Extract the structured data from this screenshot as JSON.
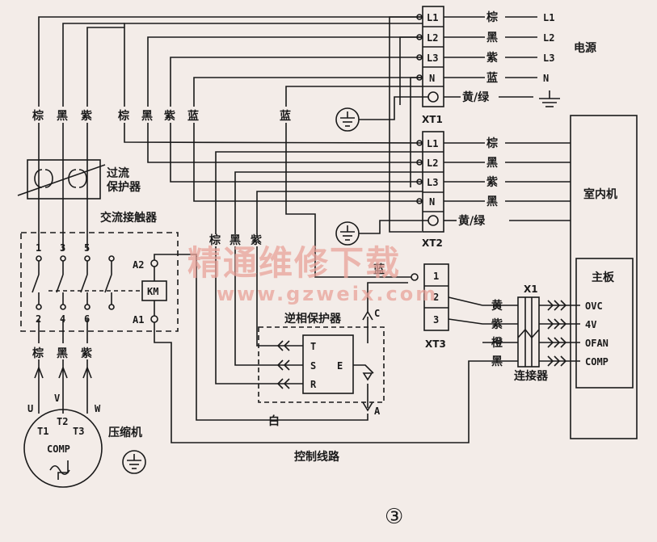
{
  "labels": {
    "power": "电源",
    "indoor_unit": "室内机",
    "mainboard": "主板",
    "overcurrent_line1": "过流",
    "overcurrent_line2": "保护器",
    "contactor": "交流接触器",
    "km": "KM",
    "a1": "A1",
    "a2": "A2",
    "phase_protector": "逆相保护器",
    "compressor": "压缩机",
    "comp": "COMP",
    "connector": "连接器",
    "control_line": "控制线路",
    "white": "白",
    "figure_number": "③"
  },
  "xt1": {
    "name": "XT1",
    "terminals": [
      "L1",
      "L2",
      "L3",
      "N"
    ],
    "wire_colors": [
      "棕",
      "黑",
      "紫",
      "蓝",
      "黄/绿"
    ],
    "supply": [
      "L1",
      "L2",
      "L3",
      "N"
    ]
  },
  "xt2": {
    "name": "XT2",
    "terminals": [
      "L1",
      "L2",
      "L3",
      "N"
    ],
    "wire_colors": [
      "棕",
      "黑",
      "紫",
      "黑",
      "黄/绿"
    ]
  },
  "xt3": {
    "name": "XT3",
    "terminals": [
      "1",
      "2",
      "3"
    ],
    "blue": "蓝"
  },
  "left_colors": [
    "棕",
    "黑",
    "紫"
  ],
  "mid_colors": [
    "棕",
    "黑",
    "紫",
    "蓝"
  ],
  "mid_blue": "蓝",
  "contact_top": [
    "1",
    "3",
    "5"
  ],
  "contact_bottom": [
    "2",
    "4",
    "6"
  ],
  "motor_phases": [
    "U",
    "V",
    "W"
  ],
  "motor_terminals": [
    "T1",
    "T2",
    "T3"
  ],
  "protector": {
    "t": "T",
    "s": "S",
    "r": "R",
    "e": "E",
    "c": "C",
    "a": "A",
    "wires": [
      "棕",
      "黑",
      "紫"
    ]
  },
  "x1": {
    "name": "X1",
    "wire_colors": [
      "黄",
      "紫",
      "橙",
      "黑"
    ],
    "board_pins": [
      "OVC",
      "4V",
      "OFAN",
      "COMP"
    ]
  },
  "watermark": {
    "cn": "精通维修下载",
    "url": "www.gzweix.com"
  },
  "colors": {
    "background": "#f3ece8",
    "ink": "#1a1a1a",
    "watermark": "#e9a39a"
  }
}
